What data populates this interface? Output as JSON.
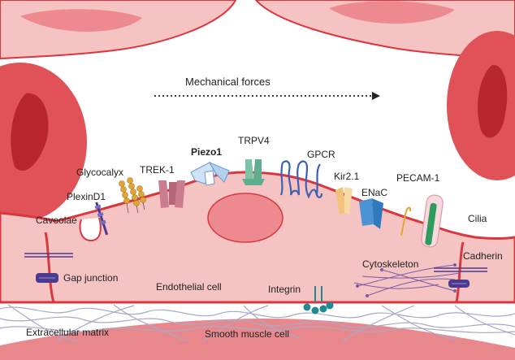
{
  "labels": {
    "mechanical_forces": "Mechanical forces",
    "glycocalyx": "Glycocalyx",
    "trek1": "TREK-1",
    "piezo1": "Piezo1",
    "trpv4": "TRPV4",
    "gpcr": "GPCR",
    "kir21": "Kir2.1",
    "enac": "ENaC",
    "pecam1": "PECAM-1",
    "plexind1": "PlexinD1",
    "caveolae": "Caveolae",
    "cilia": "Cilia",
    "cytoskeleton": "Cytoskeleton",
    "cadherin": "Cadherin",
    "gap_junction": "Gap junction",
    "endothelial_cell": "Endothelial cell",
    "integrin": "Integrin",
    "extracellular_matrix": "Extracellular matrix",
    "smooth_muscle_cell": "Smooth muscle cell"
  },
  "colors": {
    "cell_fill": "#f6c3c3",
    "cell_outline": "#d9363e",
    "rbc": "#e05257",
    "rbc_center": "#b8252e",
    "nucleus": "#ec8a8f",
    "smooth_muscle": "#e8888d",
    "ecm_line": "#a9a9c4",
    "purple": "#4b3a8f",
    "teal": "#21898f"
  }
}
